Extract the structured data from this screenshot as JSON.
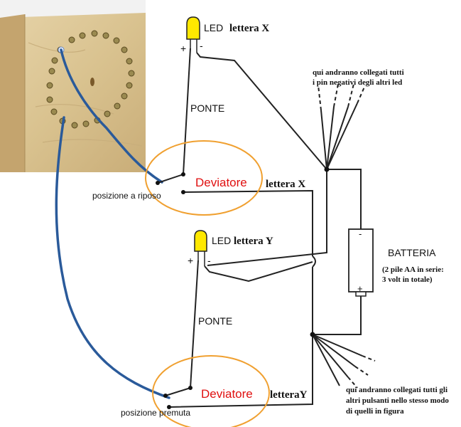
{
  "diagram": {
    "led_top": {
      "label": "LED",
      "letter": "lettera X",
      "plus": "+",
      "minus": "-"
    },
    "led_mid": {
      "label": "LED",
      "letter": "lettera Y",
      "plus": "+",
      "minus": "-"
    },
    "ponte_top": "PONTE",
    "ponte_mid": "PONTE",
    "deviatore_top": "Deviatore",
    "deviatore_bottom": "Deviatore",
    "lettera_x_switch": "lettera X",
    "lettera_y_switch": "letteraY",
    "posizione_riposo": "posizione a riposo",
    "posizione_premuta": "posizione premuta",
    "note_top": [
      "qui andranno collegati tutti",
      "i pin negativi degli altri led"
    ],
    "note_bottom": [
      "qui andranno collegati tutti gli",
      "altri pulsanti nello stesso modo",
      "di quelli in figura"
    ],
    "battery": {
      "title": "BATTERIA",
      "details": [
        "(2 pile AA in serie:",
        "3 volt in totale)"
      ],
      "minus": "-",
      "plus": "+"
    },
    "colors": {
      "deviatore_text": "#e01010",
      "ellipse": "#f0a030",
      "cable": "#2a5a9a",
      "led_yellow": "#ffe800",
      "wood": "#d9c49a"
    }
  }
}
